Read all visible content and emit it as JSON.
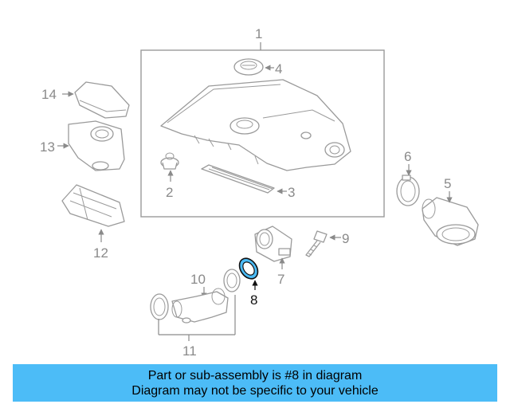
{
  "callouts": {
    "c1": "1",
    "c2": "2",
    "c3": "3",
    "c4": "4",
    "c5": "5",
    "c6": "6",
    "c7": "7",
    "c8": "8",
    "c9": "9",
    "c10": "10",
    "c11": "11",
    "c12": "12",
    "c13": "13",
    "c14": "14"
  },
  "highlight": "8",
  "colors": {
    "banner": "#4cbcf7",
    "highlight_part": "#4cbcf7",
    "line_art": "#9a9a9a",
    "active_text": "#111111"
  },
  "banner": {
    "line1": "Part or sub-assembly is #8 in diagram",
    "line2": "Diagram may not be specific to your vehicle"
  }
}
